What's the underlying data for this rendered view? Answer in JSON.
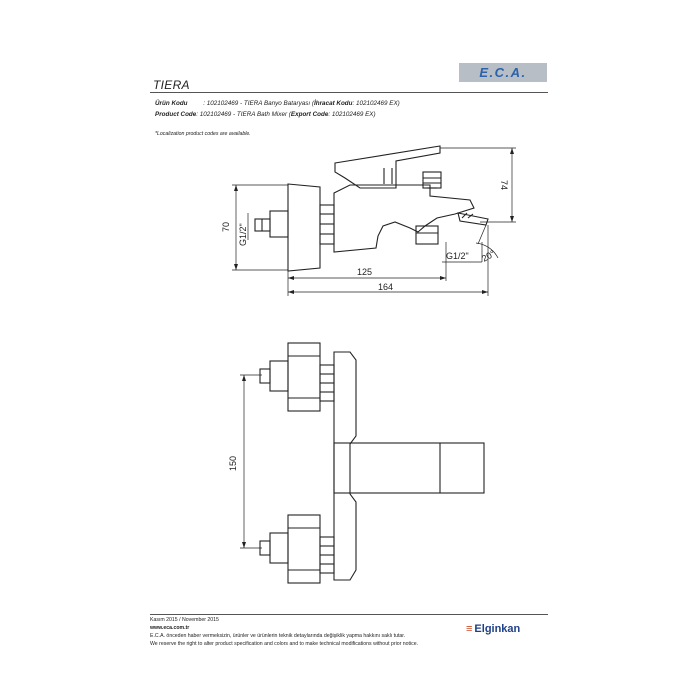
{
  "header": {
    "title": "TIERA",
    "logo_text": "E.C.A.",
    "info_line_1": ": 102102469 - TIERA Banyo Bataryası (",
    "info_line_1_label": "Ürün Kodu",
    "info_line_1_bold2": "İhracat Kodu",
    "info_line_1_tail": ": 102102469 EX)",
    "info_line_2_label": "Product Code",
    "info_line_2": ": 102102469 - TIERA Bath Mixer (",
    "info_line_2_bold2": "Export Code",
    "info_line_2_tail": ": 102102469 EX)",
    "note": "*Localization product codes are available."
  },
  "drawing": {
    "dim_70": "70",
    "dim_74": "74",
    "dim_125": "125",
    "dim_164": "164",
    "dim_150": "150",
    "thread_left": "G1/2\"",
    "thread_outlet": "G1/2\"",
    "angle": "20°"
  },
  "footer": {
    "date": "Kasım 2015 / November 2015",
    "website": "www.eca.com.tr",
    "disclaimer_tr": "E.C.A. önceden haber vermeksizin, ürünler ve ürünlerin teknik detaylarında değişiklik yapma hakkını saklı tutar.",
    "disclaimer_en": "We reserve the right to alter product specification and colors and to make technical modifications without prior notice.",
    "brand": "Elginkan",
    "brand_mark": "≡"
  }
}
